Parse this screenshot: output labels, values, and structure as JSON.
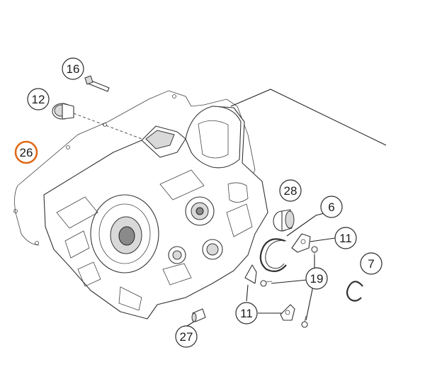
{
  "callouts": {
    "c16": "16",
    "c12": "12",
    "c26": "26",
    "c28": "28",
    "c6": "6",
    "c11a": "11",
    "c7": "7",
    "c19": "19",
    "c11b": "11",
    "c27": "27"
  },
  "colors": {
    "highlight": "#e06a1b",
    "callout_stroke": "#2b2b2b",
    "line": "#333333"
  }
}
